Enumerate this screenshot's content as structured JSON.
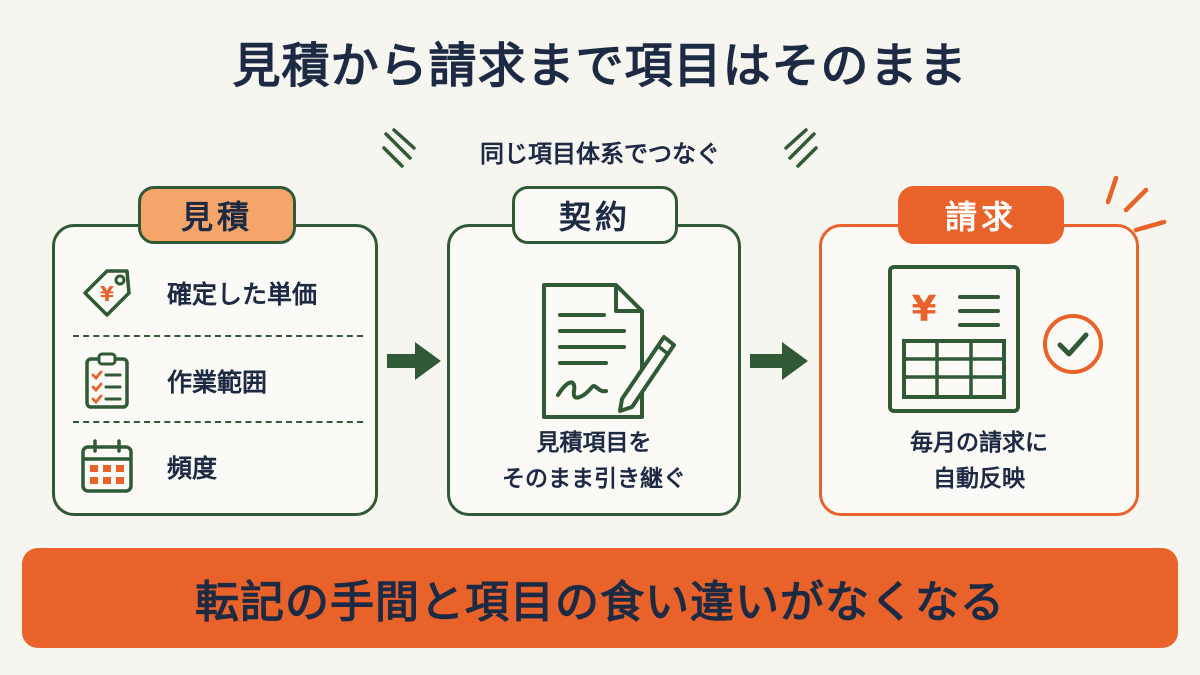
{
  "title": "見積から請求まで項目はそのまま",
  "subtitle": "同じ項目体系でつなぐ",
  "colors": {
    "green": "#2f5a35",
    "orange": "#e8622a",
    "peach": "#f5a46a",
    "navy": "#1d2a44",
    "background": "#f7f5ef"
  },
  "estimate": {
    "label": "見積",
    "items": [
      {
        "icon": "yen-tag-icon",
        "label": "確定した単価"
      },
      {
        "icon": "checklist-clipboard-icon",
        "label": "作業範囲"
      },
      {
        "icon": "calendar-icon",
        "label": "頻度"
      }
    ],
    "tag_symbol": "¥"
  },
  "contract": {
    "label": "契約",
    "icon": "signed-document-icon",
    "text_line1": "見積項目を",
    "text_line2": "そのまま引き継ぐ"
  },
  "invoice": {
    "label": "請求",
    "icon": "invoice-sheet-icon",
    "check_icon": "check-circle-icon",
    "sheet_symbol": "¥",
    "text_line1": "毎月の請求に",
    "text_line2": "自動反映"
  },
  "banner": "転記の手間と項目の食い違いがなくなる"
}
